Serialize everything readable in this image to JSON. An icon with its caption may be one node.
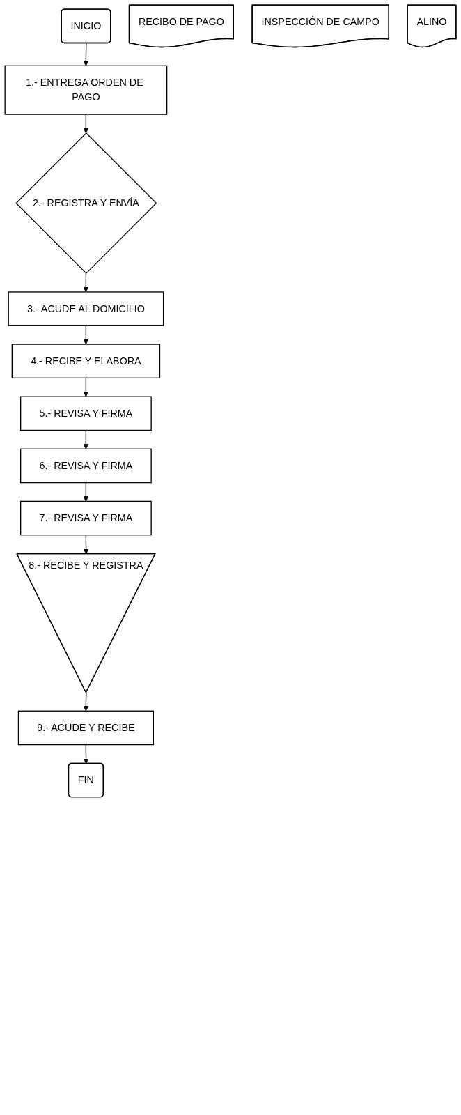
{
  "diagram": {
    "nodes": [
      {
        "text": [
          "INICIO"
        ]
      },
      {
        "text": [
          "1.- ENTREGA ORDEN DE PAGO"
        ]
      },
      {
        "text": [
          "RECIBO DE PAGO"
        ]
      },
      {
        "text": [
          "2.- REGISTRA Y ENVÍA"
        ]
      },
      {
        "text": [
          "3.- ACUDE AL DOMICILIO"
        ]
      },
      {
        "text": [
          "INSPECCIÓN DE CAMPO"
        ]
      },
      {
        "text": [
          "4.- RECIBE Y ELABORA"
        ]
      },
      {
        "text": [
          "ALINO"
        ]
      },
      {
        "text": [
          "5.- REVISA Y FIRMA"
        ]
      },
      {
        "text": [
          "6.- REVISA Y FIRMA"
        ]
      },
      {
        "text": [
          "7.- REVISA Y FIRMA"
        ]
      },
      {
        "text": [
          "8.- RECIBE Y REGISTRA"
        ]
      },
      {
        "text": [
          "9.- ACUDE Y RECIBE"
        ]
      },
      {
        "text": [
          "FIN"
        ]
      }
    ],
    "edges": [
      {
        "from": 0,
        "to": 1,
        "arrow": "to"
      },
      {
        "from": 1,
        "to": 3,
        "arrow": "to"
      },
      {
        "from": 3,
        "to": 4,
        "arrow": "to"
      },
      {
        "from": 4,
        "to": 6,
        "arrow": "to"
      },
      {
        "from": 6,
        "to": 8,
        "arrow": "to"
      },
      {
        "from": 8,
        "to": 9,
        "arrow": "to"
      },
      {
        "from": 9,
        "to": 10,
        "arrow": "to"
      },
      {
        "from": 10,
        "to": 11,
        "arrow": "to"
      },
      {
        "from": 11,
        "to": 12,
        "arrow": "to"
      },
      {
        "from": 12,
        "to": 13,
        "arrow": "to"
      }
    ]
  }
}
